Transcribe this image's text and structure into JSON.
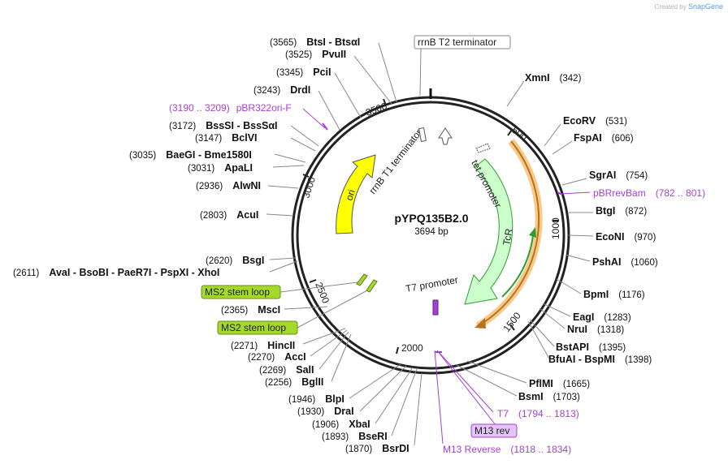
{
  "credit": {
    "prefix": "Created by",
    "brand": "SnapGene"
  },
  "plasmid": {
    "name": "pYPQ135B2.0",
    "size": "3694 bp"
  },
  "ticks": [
    "500",
    "1000",
    "1500",
    "2000",
    "2500",
    "3000",
    "3500"
  ],
  "features": {
    "ori": "ori",
    "rrnB_T1": "rrnB T1 terminator",
    "tet_promoter": "tet promoter",
    "TcR": "TcR",
    "T7_promoter": "T7 promoter",
    "rrnB_T2": "rrnB T2 terminator",
    "ms2_a": "MS2 stem loop",
    "ms2_b": "MS2 stem loop",
    "m13rev_box": "M13 rev"
  },
  "sites_right": [
    {
      "name": "XmnI",
      "pos": "(342)"
    },
    {
      "name": "EcoRV",
      "pos": "(531)"
    },
    {
      "name": "FspAI",
      "pos": "(606)"
    },
    {
      "name": "SgrAI",
      "pos": "(754)"
    },
    {
      "name": "BtgI",
      "pos": "(872)"
    },
    {
      "name": "EcoNI",
      "pos": "(970)"
    },
    {
      "name": "PshAI",
      "pos": "(1060)"
    },
    {
      "name": "BpmI",
      "pos": "(1176)"
    },
    {
      "name": "EagI",
      "pos": "(1283)"
    },
    {
      "name": "NruI",
      "pos": "(1318)"
    },
    {
      "name": "BstAPI",
      "pos": "(1395)"
    },
    {
      "name": "BfuAI  -  BspMI",
      "pos": "(1398)"
    },
    {
      "name": "PflMI",
      "pos": "(1665)"
    },
    {
      "name": "BsmI",
      "pos": "(1703)"
    },
    {
      "name": "BsrDI",
      "pos": "(1870)"
    }
  ],
  "sites_left": [
    {
      "name": "BtsI  -  BtsαI",
      "pos": "(3565)"
    },
    {
      "name": "PvuII",
      "pos": "(3525)"
    },
    {
      "name": "PciI",
      "pos": "(3345)"
    },
    {
      "name": "DrdI",
      "pos": "(3243)"
    },
    {
      "name": "BssSI  -  BssSαI",
      "pos": "(3172)"
    },
    {
      "name": "BclVI",
      "pos": "(3147)"
    },
    {
      "name": "BaeGI  -  Bme1580I",
      "pos": "(3035)"
    },
    {
      "name": "ApaLI",
      "pos": "(3031)"
    },
    {
      "name": "AlwNI",
      "pos": "(2936)"
    },
    {
      "name": "AcuI",
      "pos": "(2803)"
    },
    {
      "name": "BsgI",
      "pos": "(2620)"
    },
    {
      "name": "AvaI  -  BsoBI  -  PaeR7I  -  PspXI  -  XhoI",
      "pos": "(2611)"
    },
    {
      "name": "MscI",
      "pos": "(2365)"
    },
    {
      "name": "HincII",
      "pos": "(2271)"
    },
    {
      "name": "AccI",
      "pos": "(2270)"
    },
    {
      "name": "SalI",
      "pos": "(2269)"
    },
    {
      "name": "BglII",
      "pos": "(2256)"
    },
    {
      "name": "BlpI",
      "pos": "(1946)"
    },
    {
      "name": "DraI",
      "pos": "(1930)"
    },
    {
      "name": "XbaI",
      "pos": "(1906)"
    },
    {
      "name": "BseRI",
      "pos": "(1893)"
    }
  ],
  "primers": {
    "pBR322ori": {
      "name": "pBR322ori-F",
      "range": "(3190 .. 3209)"
    },
    "pBRrevBam": {
      "name": "pBRrevBam",
      "range": "(782 .. 801)"
    },
    "T7": {
      "name": "T7",
      "range": "(1794 .. 1813)"
    },
    "M13Reverse": {
      "name": "M13 Reverse",
      "range": "(1818 .. 1834)"
    }
  },
  "colors": {
    "ori": "#ffff00",
    "tcr": "#ccffcc",
    "tcr_outline": "#2f9e2f",
    "orf_band": "#f7c98a",
    "orf_line": "#b8741a",
    "primer": "#a53fd6",
    "ms2": "#a4d82a"
  }
}
